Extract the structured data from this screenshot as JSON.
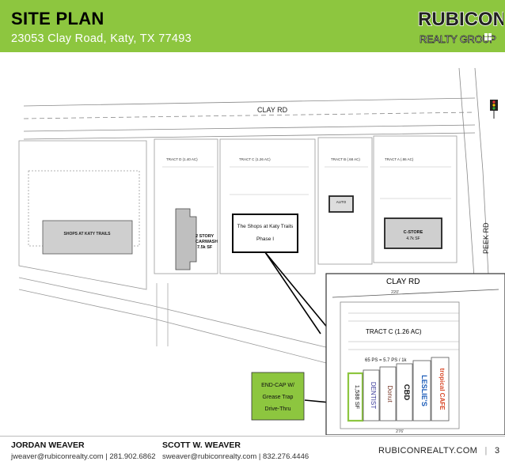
{
  "header": {
    "title": "SITE PLAN",
    "address": "23053 Clay Road, Katy, TX 77493",
    "logo_top": "RUBICON",
    "logo_bottom": "REALTY GROUP",
    "bg_color": "#8dc63f"
  },
  "plan": {
    "road_top": "CLAY RD",
    "road_side": "PEEK RD",
    "road_inset": "CLAY RD",
    "main_building": "SHOPS AT KATY TRAILS",
    "carwash_line1": "2 STORY",
    "carwash_line2": "CARWASH",
    "carwash_line3": "7.5k SF",
    "auto": "AUTO",
    "cstore": "C-STORE",
    "cstore_size": "4.7k SF",
    "tract_d": "TRACT D (1.40 AC)",
    "tract_c_small": "TRACT C (1.26 AC)",
    "tract_b": "TRACT B (.68 AC)",
    "tract_a": "TRACT A (.86 AC)",
    "shops_callout_line1": "The Shops at Katy Trails",
    "shops_callout_line2": "Phase I"
  },
  "inset": {
    "tract": "TRACT C (1.26 AC)",
    "parking": "65 PS = 5.7 PS / 1k",
    "frontage": "220'",
    "depth": "276'",
    "tenants": [
      "1,588 SF",
      "DENTIST",
      "Donut",
      "CBD",
      "LESLIE'S",
      "tropical CAFE"
    ]
  },
  "endcap": {
    "line1": "END-CAP W/",
    "line2": "Grease Trap",
    "line3": "Drive-Thru"
  },
  "footer": {
    "agent1_name": "JORDAN WEAVER",
    "agent1_contact": "jweaver@rubiconrealty.com | 281.902.6862",
    "agent2_name": "SCOTT W. WEAVER",
    "agent2_contact": "sweaver@rubiconrealty.com | 832.276.4446",
    "website": "RUBICONREALTY.COM",
    "page": "3"
  }
}
